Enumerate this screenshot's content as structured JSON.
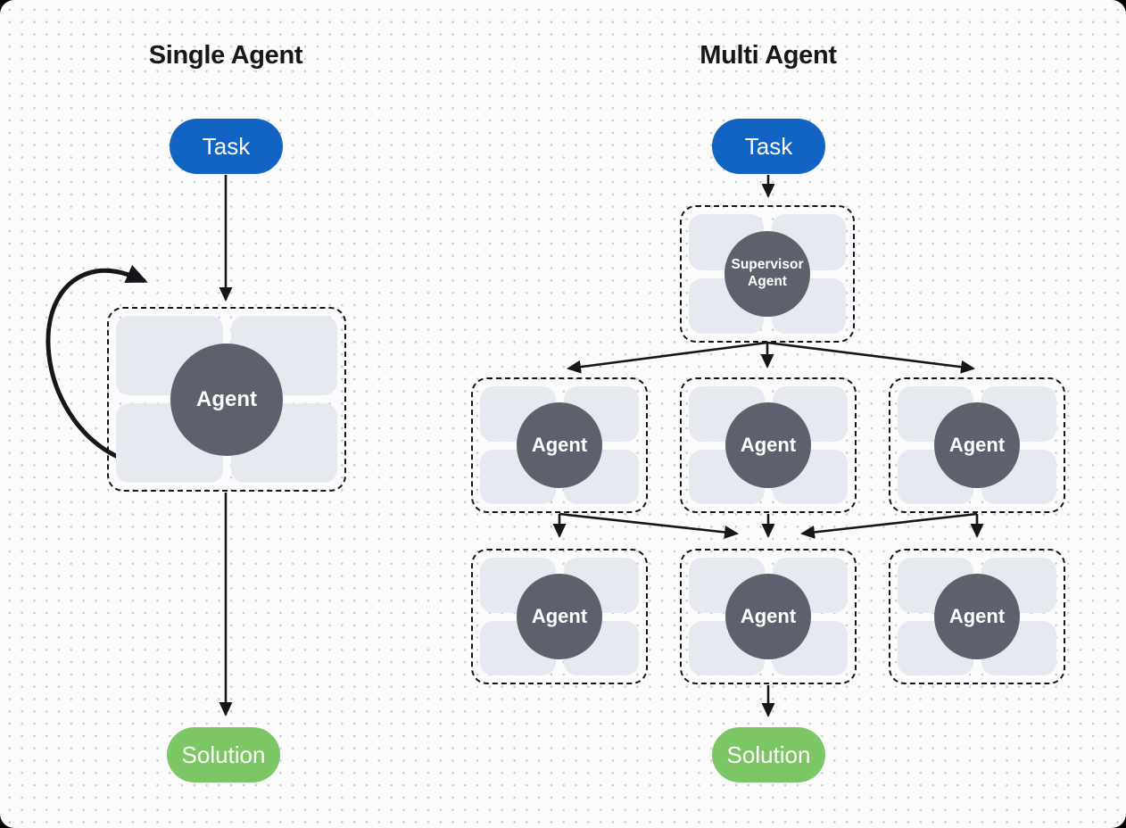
{
  "single": {
    "title": "Single Agent",
    "task_label": "Task",
    "agent_label": "Agent",
    "solution_label": "Solution"
  },
  "multi": {
    "title": "Multi Agent",
    "task_label": "Task",
    "supervisor_label": "Supervisor Agent",
    "agents": [
      {
        "label": "Agent"
      },
      {
        "label": "Agent"
      },
      {
        "label": "Agent"
      },
      {
        "label": "Agent"
      },
      {
        "label": "Agent"
      },
      {
        "label": "Agent"
      }
    ],
    "solution_label": "Solution"
  },
  "colors": {
    "task_pill": "#1164c4",
    "solution_pill": "#7cc665",
    "agent_circle": "#5d616d",
    "module_tile": "#e6e9ef",
    "arrow": "#15151a",
    "canvas_bg": "#fbfbfc",
    "dot_grid": "#c5c7cd"
  }
}
